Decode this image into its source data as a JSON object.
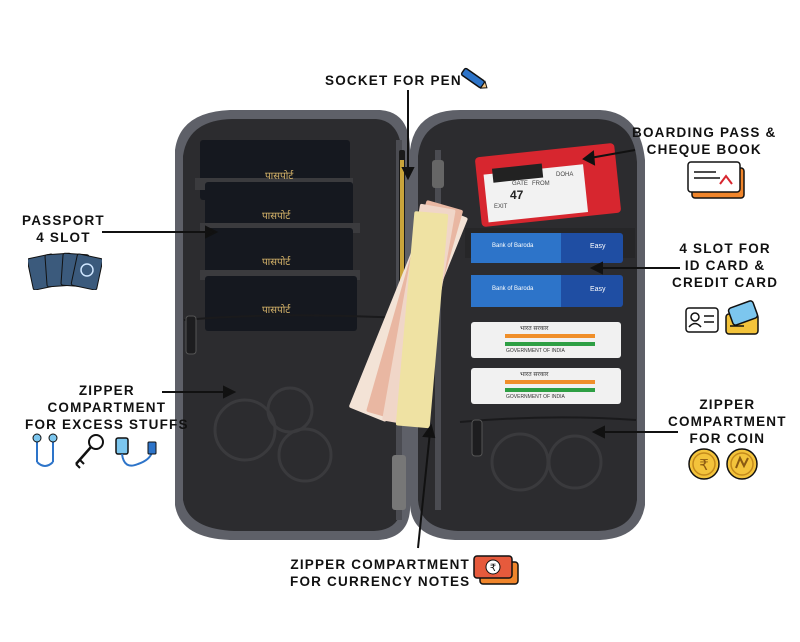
{
  "callouts": {
    "pen_socket": {
      "lines": [
        "SOCKET FOR PEN"
      ],
      "icon": "pen-icon"
    },
    "boarding_pass": {
      "lines": [
        "BOARDING PASS &",
        "CHEQUE BOOK"
      ],
      "icon": "ticket-icon"
    },
    "passport": {
      "lines": [
        "PASSPORT",
        "4 SLOT"
      ],
      "icon": "passport-stack-icon"
    },
    "id_card": {
      "lines": [
        "4 SLOT FOR",
        "ID CARD &",
        "CREDIT CARD"
      ],
      "icons": [
        "id-card-icon",
        "credit-card-icon"
      ]
    },
    "excess": {
      "lines": [
        "ZIPPER",
        "COMPARTMENT",
        "FOR EXCESS STUFFS"
      ],
      "icons": [
        "earphones-icon",
        "keys-icon",
        "charger-cable-icon"
      ]
    },
    "coin": {
      "lines": [
        "ZIPPER",
        "COMPARTMENT",
        "FOR COIN"
      ],
      "icons": [
        "rupee-coin-icon",
        "coin-icon"
      ]
    },
    "currency": {
      "lines": [
        "ZIPPER COMPARTMENT",
        "FOR CURRENCY NOTES"
      ],
      "icon": "currency-notes-icon"
    }
  },
  "passport_text": [
    "पासपोर्ट",
    "पासपोर्ट",
    "पासपोर्ट",
    "पासपोर्ट"
  ],
  "card_texts": {
    "bank": "Bank of Baroda",
    "brand": "Easy",
    "id": "भारत सरकार",
    "id_sub": "GOVERNMENT OF INDIA"
  },
  "boarding_pass_text": {
    "gate": "GATE",
    "seat": "47",
    "from": "FROM",
    "to": "DOHA",
    "exit": "EXIT"
  },
  "colors": {
    "organizer_body": "#2b2b2e",
    "zipper_edge": "#6e7077",
    "passport": "#15181f",
    "card_blue": "#1f4ea3",
    "ticket_red": "#d7262f",
    "accent_orange": "#f0852b"
  }
}
